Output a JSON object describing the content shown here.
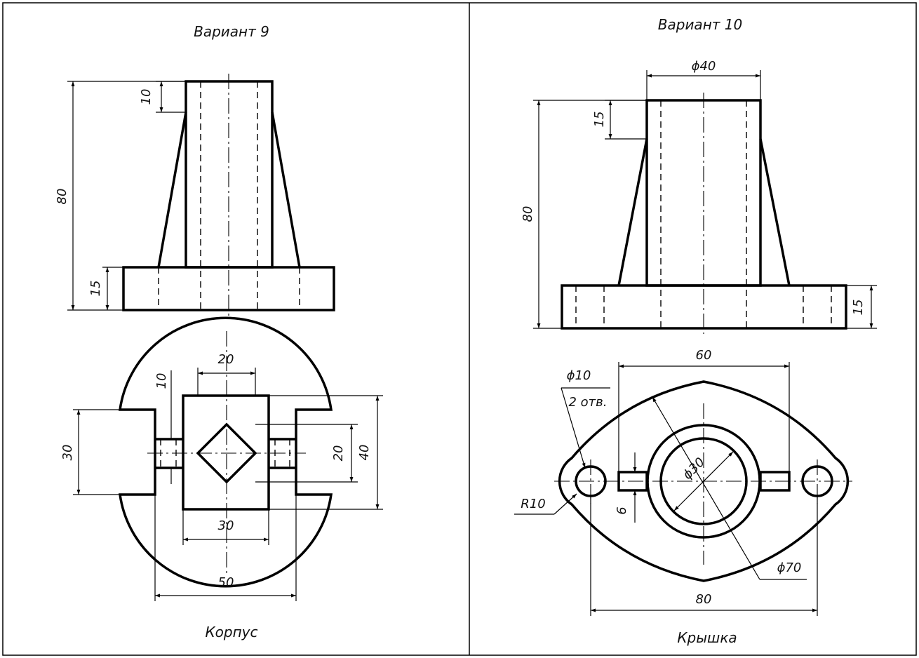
{
  "left": {
    "variant": "Вариант 9",
    "part_name": "Корпус",
    "dims": {
      "top_step": "10",
      "height": "80",
      "base": "15",
      "square_w": "20",
      "slot": "10",
      "slot_h": "30",
      "inner_h": "20",
      "outer_h": "40",
      "body_w": "30",
      "overall_w": "50"
    }
  },
  "right": {
    "variant": "Вариант 10",
    "part_name": "Крышка",
    "dims": {
      "top_dia": "ϕ40",
      "top_step": "15",
      "height": "80",
      "base": "15",
      "hole_spacing": "60",
      "hole_dia": "ϕ10",
      "holes_count": "2 отв.",
      "bore_dia": "ϕ30",
      "radius": "R10",
      "rib": "6",
      "boss_dia": "ϕ70",
      "overall_w": "80"
    }
  }
}
